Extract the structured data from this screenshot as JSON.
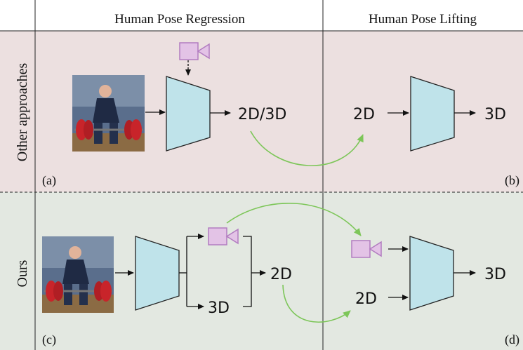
{
  "header": {
    "col_left": "Human Pose Regression",
    "col_right": "Human Pose Lifting"
  },
  "rows": {
    "top_label": "Other approaches",
    "bottom_label": "Ours"
  },
  "panels": {
    "a": {
      "tag": "(a)",
      "output": "2D/3D"
    },
    "b": {
      "tag": "(b)",
      "input": "2D",
      "output": "3D"
    },
    "c": {
      "tag": "(c)",
      "out_2d": "2D",
      "out_3d": "3D"
    },
    "d": {
      "tag": "(d)",
      "input_2d": "2D",
      "output": "3D"
    }
  },
  "colors": {
    "top_bg": "#ece0e0",
    "bottom_bg": "#e3e8e1",
    "network_fill": "#bfe3ea",
    "camera_fill": "#e3c3e6",
    "camera_stroke": "#b27cc0",
    "green_arrow": "#7dc659"
  },
  "icons": [
    "camera-icon",
    "network-icon",
    "weightlifter-photo"
  ]
}
